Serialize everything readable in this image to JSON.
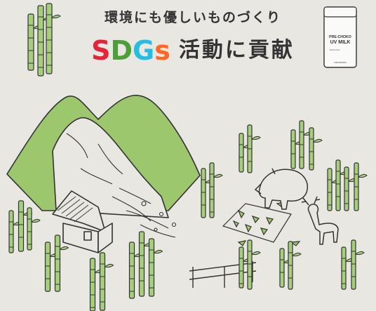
{
  "headline": {
    "sub": "環境にも優しいものづくり",
    "sdgs_letters": [
      {
        "char": "S",
        "color": "#e5243b"
      },
      {
        "char": "D",
        "color": "#4c9f38"
      },
      {
        "char": "G",
        "color": "#26bde2"
      },
      {
        "char": "s",
        "color": "#fd6925"
      }
    ],
    "main": "活動に貢献"
  },
  "product": {
    "brand_line1": "PRE-CHOKO",
    "brand_line2": "UV MILK",
    "maker": "naturalness",
    "detail": "Moisturizer"
  },
  "colors": {
    "background": "#e9e7e2",
    "mountain_green": "#9dc76c",
    "bamboo_green": "#a6cf7b",
    "outline": "#333333"
  }
}
